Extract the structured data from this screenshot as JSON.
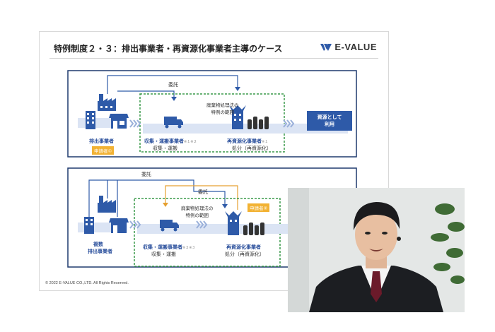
{
  "slide": {
    "title": "特例制度２・３：排出事業者・再資源化事業者主導のケース",
    "logo_text": "E-VALUE",
    "footer": "© 2022 E-VALUE CO.,LTD. All Rights Reserved."
  },
  "diagram1": {
    "commission": "委託",
    "law_scope_line1": "廃棄物処理法の",
    "law_scope_line2": "特例の範囲",
    "emitter": "排出事業者",
    "applicant_tag": "申請者①",
    "collector": "収集・運搬事業者",
    "collector_note": "※１※２",
    "collector_sub": "収集・運搬",
    "recycler": "再資源化事業者",
    "recycler_note": "※１",
    "recycler_sub": "処分（再資源化）",
    "resource_line1": "資源として",
    "resource_line2": "利用"
  },
  "diagram2": {
    "commission_outer": "委託",
    "commission_inner": "委託",
    "law_scope_line1": "廃棄物処理法の",
    "law_scope_line2": "特例の範囲",
    "emitter_prefix": "複数",
    "emitter": "排出事業者",
    "applicant_tag": "申請者②",
    "collector": "収集・運搬事業者",
    "collector_note": "※２※３",
    "collector_sub": "収集・運搬",
    "recycler": "再資源化事業者",
    "recycler_sub": "処分（再資源化）"
  },
  "colors": {
    "navy": "#1f3a6e",
    "blue": "#2e5aa8",
    "green": "#3a9a4a",
    "orange": "#e6a030",
    "chevron": "#9ab0da"
  },
  "icons": [
    "factory-icon",
    "building-icon",
    "shop-icon",
    "truck-icon",
    "recycle-plant-icon",
    "bottles-icon",
    "chevron-arrows-icon",
    "person-webcam"
  ]
}
